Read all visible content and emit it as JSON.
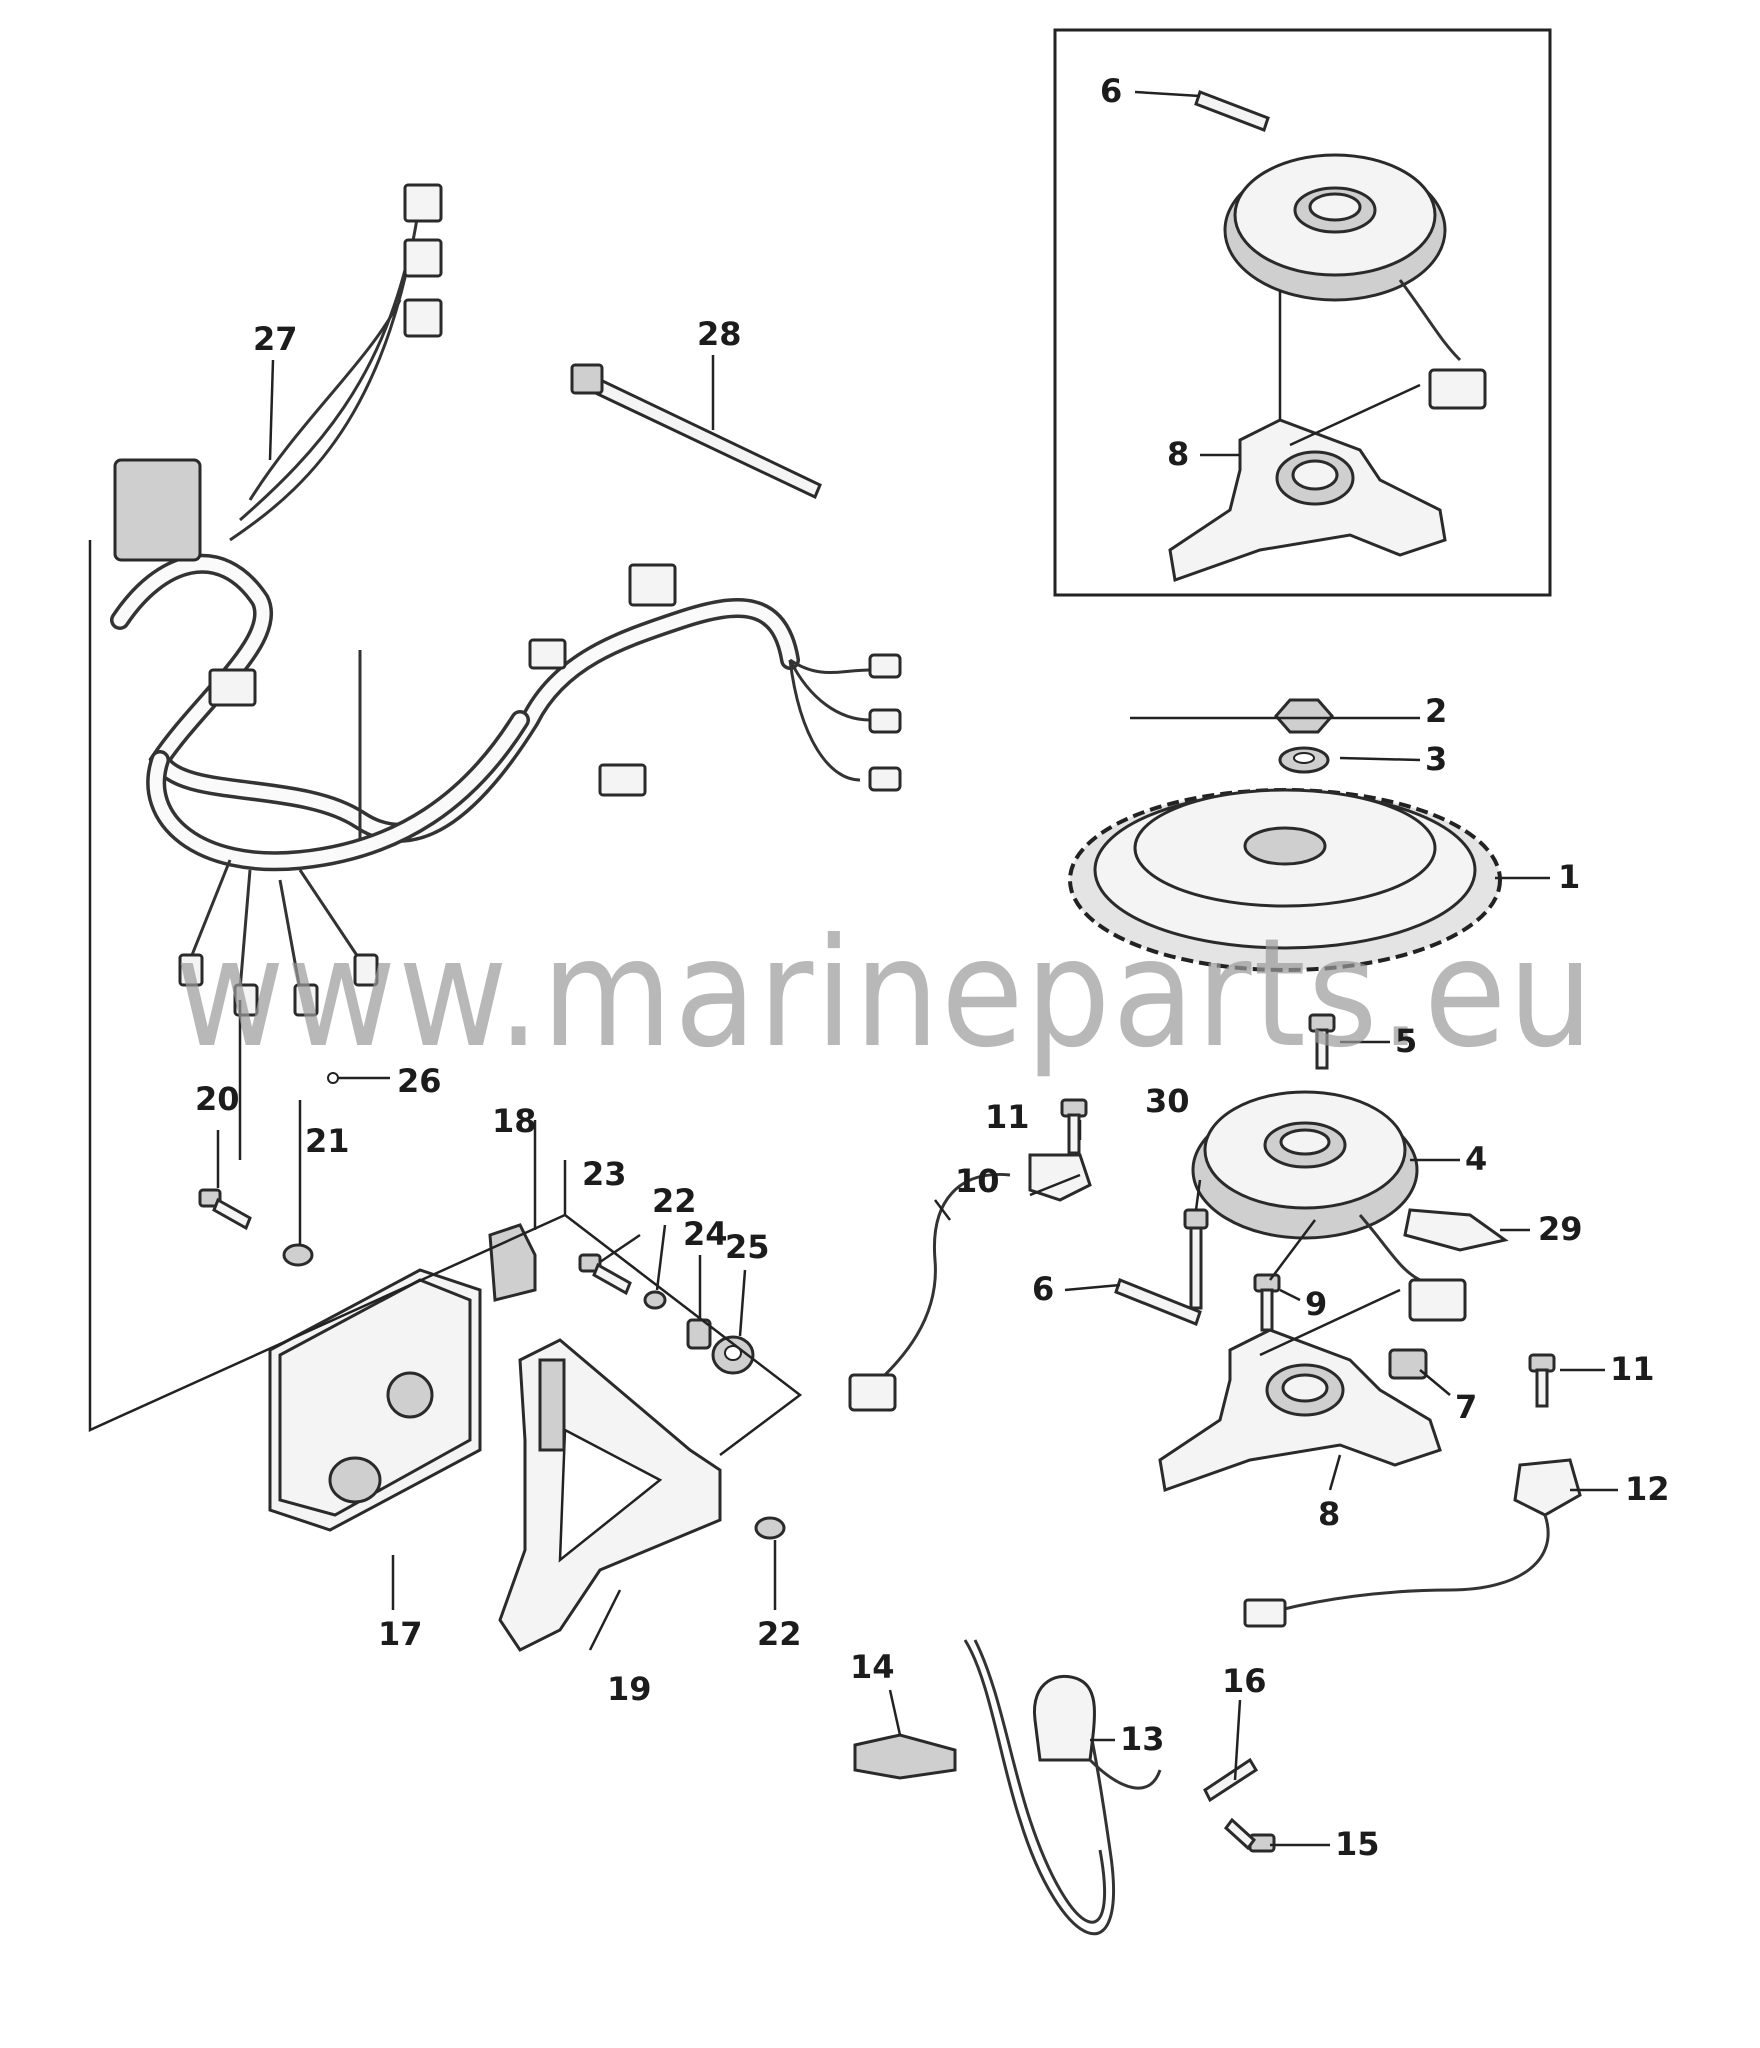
{
  "watermark": "www.marineparts.eu",
  "callouts": [
    "1",
    "2",
    "3",
    "4",
    "5",
    "6",
    "6",
    "7",
    "8",
    "8",
    "9",
    "10",
    "11",
    "11",
    "12",
    "13",
    "14",
    "15",
    "16",
    "17",
    "18",
    "19",
    "20",
    "21",
    "22",
    "22",
    "23",
    "24",
    "25",
    "26",
    "27",
    "28",
    "29",
    "30"
  ]
}
